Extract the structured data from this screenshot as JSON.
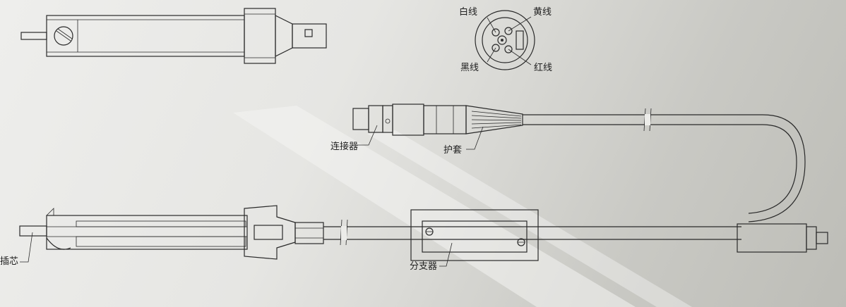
{
  "labels": {
    "white_wire": "白线",
    "yellow_wire": "黄线",
    "black_wire": "黑线",
    "red_wire": "红线",
    "connector": "连接器",
    "sheath": "护套",
    "plug_core": "插芯",
    "splitter": "分支器"
  }
}
